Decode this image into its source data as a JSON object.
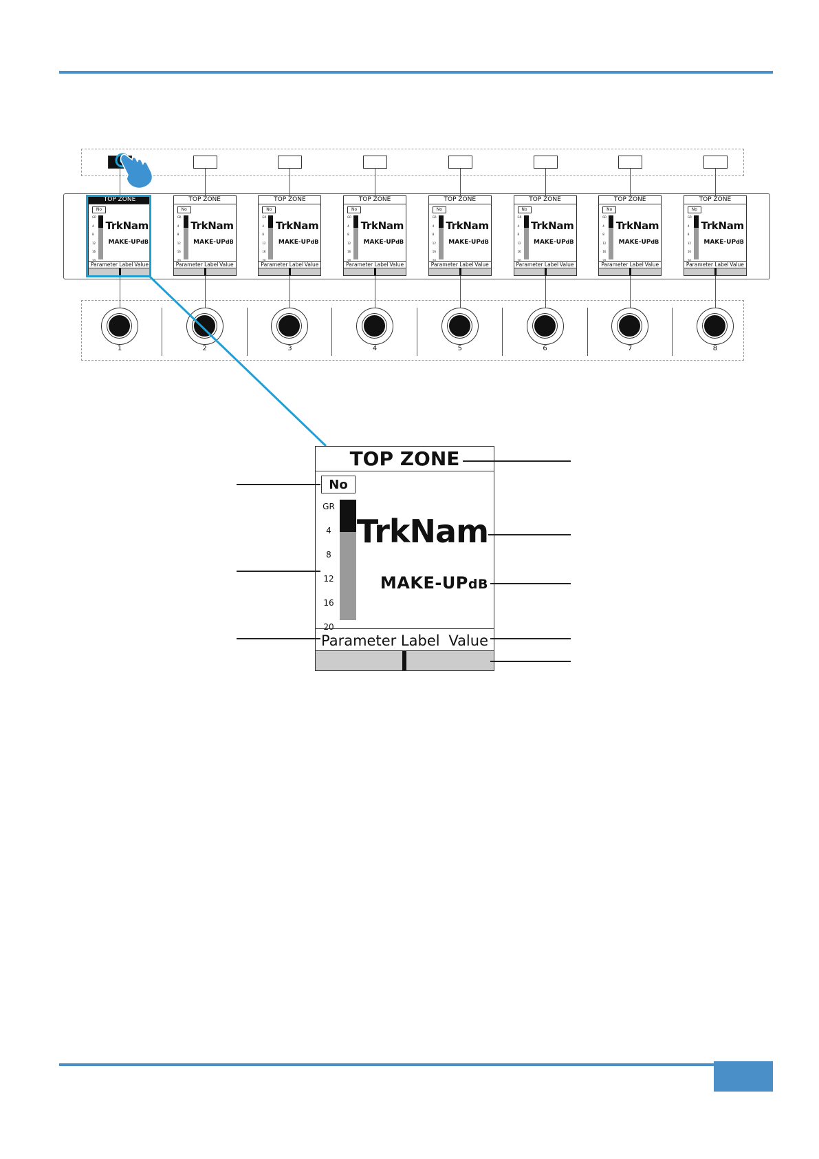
{
  "colors": {
    "accent": "#4a8fc7",
    "highlight": "#1ea0d6"
  },
  "channel_strip": {
    "channels": [
      {
        "top_zone": "TOP ZONE",
        "no_label": "No",
        "track_name": "TrkNam",
        "makeup_label": "MAKE-UP",
        "makeup_unit": "dB",
        "param_label": "Parameter Label",
        "param_value": "Value",
        "knob_number": "1"
      },
      {
        "top_zone": "TOP ZONE",
        "no_label": "No",
        "track_name": "TrkNam",
        "makeup_label": "MAKE-UP",
        "makeup_unit": "dB",
        "param_label": "Parameter Label",
        "param_value": "Value",
        "knob_number": "2"
      },
      {
        "top_zone": "TOP ZONE",
        "no_label": "No",
        "track_name": "TrkNam",
        "makeup_label": "MAKE-UP",
        "makeup_unit": "dB",
        "param_label": "Parameter Label",
        "param_value": "Value",
        "knob_number": "3"
      },
      {
        "top_zone": "TOP ZONE",
        "no_label": "No",
        "track_name": "TrkNam",
        "makeup_label": "MAKE-UP",
        "makeup_unit": "dB",
        "param_label": "Parameter Label",
        "param_value": "Value",
        "knob_number": "4"
      },
      {
        "top_zone": "TOP ZONE",
        "no_label": "No",
        "track_name": "TrkNam",
        "makeup_label": "MAKE-UP",
        "makeup_unit": "dB",
        "param_label": "Parameter Label",
        "param_value": "Value",
        "knob_number": "5"
      },
      {
        "top_zone": "TOP ZONE",
        "no_label": "No",
        "track_name": "TrkNam",
        "makeup_label": "MAKE-UP",
        "makeup_unit": "dB",
        "param_label": "Parameter Label",
        "param_value": "Value",
        "knob_number": "6"
      },
      {
        "top_zone": "TOP ZONE",
        "no_label": "No",
        "track_name": "TrkNam",
        "makeup_label": "MAKE-UP",
        "makeup_unit": "dB",
        "param_label": "Parameter Label",
        "param_value": "Value",
        "knob_number": "7"
      },
      {
        "top_zone": "TOP ZONE",
        "no_label": "No",
        "track_name": "TrkNam",
        "makeup_label": "MAKE-UP",
        "makeup_unit": "dB",
        "param_label": "Parameter Label",
        "param_value": "Value",
        "knob_number": "8"
      }
    ],
    "selected_channel": 1,
    "gr_ticks": [
      "GR",
      "4",
      "8",
      "12",
      "16",
      "20"
    ]
  },
  "detail_display": {
    "top_zone": "TOP ZONE",
    "no_label": "No",
    "gr_ticks": [
      "GR",
      "4",
      "8",
      "12",
      "16",
      "20"
    ],
    "track_name": "TrkNam",
    "makeup_label": "MAKE-UP",
    "makeup_unit": "dB",
    "param_label": "Parameter Label",
    "param_value": "Value",
    "gr_meter_fraction": 0.27,
    "value_bar_fraction": 0.5
  },
  "icons": {
    "pointer": "pointing-hand-icon",
    "select": "select-button-icon"
  }
}
